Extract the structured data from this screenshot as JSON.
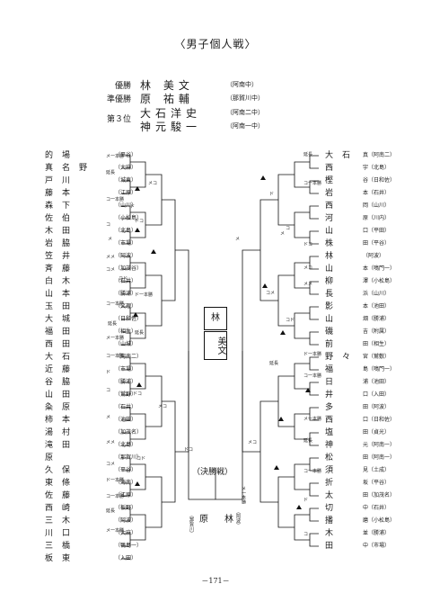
{
  "title": "〈男子個人戦〉",
  "awards": [
    {
      "label": "優勝",
      "name": "林 美文",
      "school": "（阿南中）"
    },
    {
      "label": "準優勝",
      "name": "原 祐輔",
      "school": "（那賀川中）"
    },
    {
      "label": "第３位",
      "name": "大石洋史",
      "school": "（阿南二中）"
    },
    {
      "label": "",
      "name": "神元駿一",
      "school": "（阿南一中）"
    }
  ],
  "left_players": [
    {
      "name": "的場",
      "school": "（平谷）"
    },
    {
      "name": "真名野",
      "school": "（大麻）"
    },
    {
      "name": "戸川",
      "school": "（城東）"
    },
    {
      "name": "藤本",
      "school": "（江原）"
    },
    {
      "name": "森下",
      "school": "（山川）"
    },
    {
      "name": "佐伯",
      "school": "（小松島）"
    },
    {
      "name": "木田",
      "school": "（北島）"
    },
    {
      "name": "岩脇",
      "school": "（市場）"
    },
    {
      "name": "笠井",
      "school": "（阿波）"
    },
    {
      "name": "斉藤",
      "school": "（加茂谷）"
    },
    {
      "name": "白木",
      "school": "（石井）"
    },
    {
      "name": "山本",
      "school": "（勝浦）"
    },
    {
      "name": "玉田",
      "school": "（文理）"
    },
    {
      "name": "大城",
      "school": "（日和佐）"
    },
    {
      "name": "福田",
      "school": "（相生）"
    },
    {
      "name": "西田",
      "school": "（山城）"
    },
    {
      "name": "大石",
      "school": "（阿南二）"
    },
    {
      "name": "近藤",
      "school": "（市場）"
    },
    {
      "name": "谷脇",
      "school": "（勝浦）"
    },
    {
      "name": "山田",
      "school": "（鷲野）"
    },
    {
      "name": "粂原",
      "school": "（石井）"
    },
    {
      "name": "柿本",
      "school": "（池田）"
    },
    {
      "name": "湯村",
      "school": "（加茂名）"
    },
    {
      "name": "滝田",
      "school": "（北島）"
    },
    {
      "name": "原",
      "school": "（那賀川）"
    },
    {
      "name": "久保",
      "school": "（平谷）"
    },
    {
      "name": "東條",
      "school": "（海南）"
    },
    {
      "name": "佐藤",
      "school": "（江原）"
    },
    {
      "name": "西崎",
      "school": "（板野）"
    },
    {
      "name": "三木",
      "school": "（阿波）"
    },
    {
      "name": "川口",
      "school": "（大麻）"
    },
    {
      "name": "三橋",
      "school": "（鴨島一）"
    },
    {
      "name": "板東",
      "school": "（入田）"
    }
  ],
  "right_players": [
    {
      "name": "大石",
      "school": "真（阿南二）"
    },
    {
      "name": "西",
      "school": "宇（北島）"
    },
    {
      "name": "樫",
      "school": "谷（日和佐）"
    },
    {
      "name": "岩",
      "school": "本（石井）"
    },
    {
      "name": "西",
      "school": "岡（山川）"
    },
    {
      "name": "河",
      "school": "原（川内）"
    },
    {
      "name": "山",
      "school": "口（平田）"
    },
    {
      "name": "株",
      "school": "田（平谷）"
    },
    {
      "name": "林",
      "school": "（阿波）"
    },
    {
      "name": "山",
      "school": "本（鳴門一）"
    },
    {
      "name": "柳",
      "school": "澤（小松島）"
    },
    {
      "name": "長",
      "school": "浜（山川）"
    },
    {
      "name": "影",
      "school": "本（池田）"
    },
    {
      "name": "山",
      "school": "畑（勝浦）"
    },
    {
      "name": "磯",
      "school": "吉（附属）"
    },
    {
      "name": "前",
      "school": "田（相生）"
    },
    {
      "name": "野々",
      "school": "宮（鷲敷）"
    },
    {
      "name": "福",
      "school": "島（鳴門一）"
    },
    {
      "name": "日",
      "school": "浦（池田）"
    },
    {
      "name": "井",
      "school": "口（入田）"
    },
    {
      "name": "多",
      "school": "田（阿波）"
    },
    {
      "name": "西",
      "school": "口（日和佐）"
    },
    {
      "name": "塩",
      "school": "田（貞光）"
    },
    {
      "name": "神",
      "school": "元（阿南一）"
    },
    {
      "name": "松",
      "school": "田（阿南一）"
    },
    {
      "name": "須",
      "school": "見（土成）"
    },
    {
      "name": "折",
      "school": "坂（平谷）"
    },
    {
      "name": "太",
      "school": "田（加茂名）"
    },
    {
      "name": "切",
      "school": "中（石井）"
    },
    {
      "name": "播",
      "school": "磨（小松島）"
    },
    {
      "name": "木",
      "school": "並（勝浦）"
    },
    {
      "name": "田",
      "school": "中（市場）"
    }
  ],
  "center": {
    "vertical_1": "林",
    "vertical_2": "美文"
  },
  "final": {
    "label": "（決勝戦）",
    "left_name": "原",
    "left_school": "（那賀川）",
    "right_name": "林",
    "right_school": "（阿波）",
    "score": "メ一本勝"
  },
  "marks": [
    "メ一本勝",
    "延長",
    "コ一本勝",
    "ド",
    "コ",
    "メ",
    "ドコ",
    "メコ",
    "メメ",
    "コメ",
    "コド",
    "ド一本勝",
    "コ一本勝",
    "延長"
  ],
  "page_number": "－171－"
}
